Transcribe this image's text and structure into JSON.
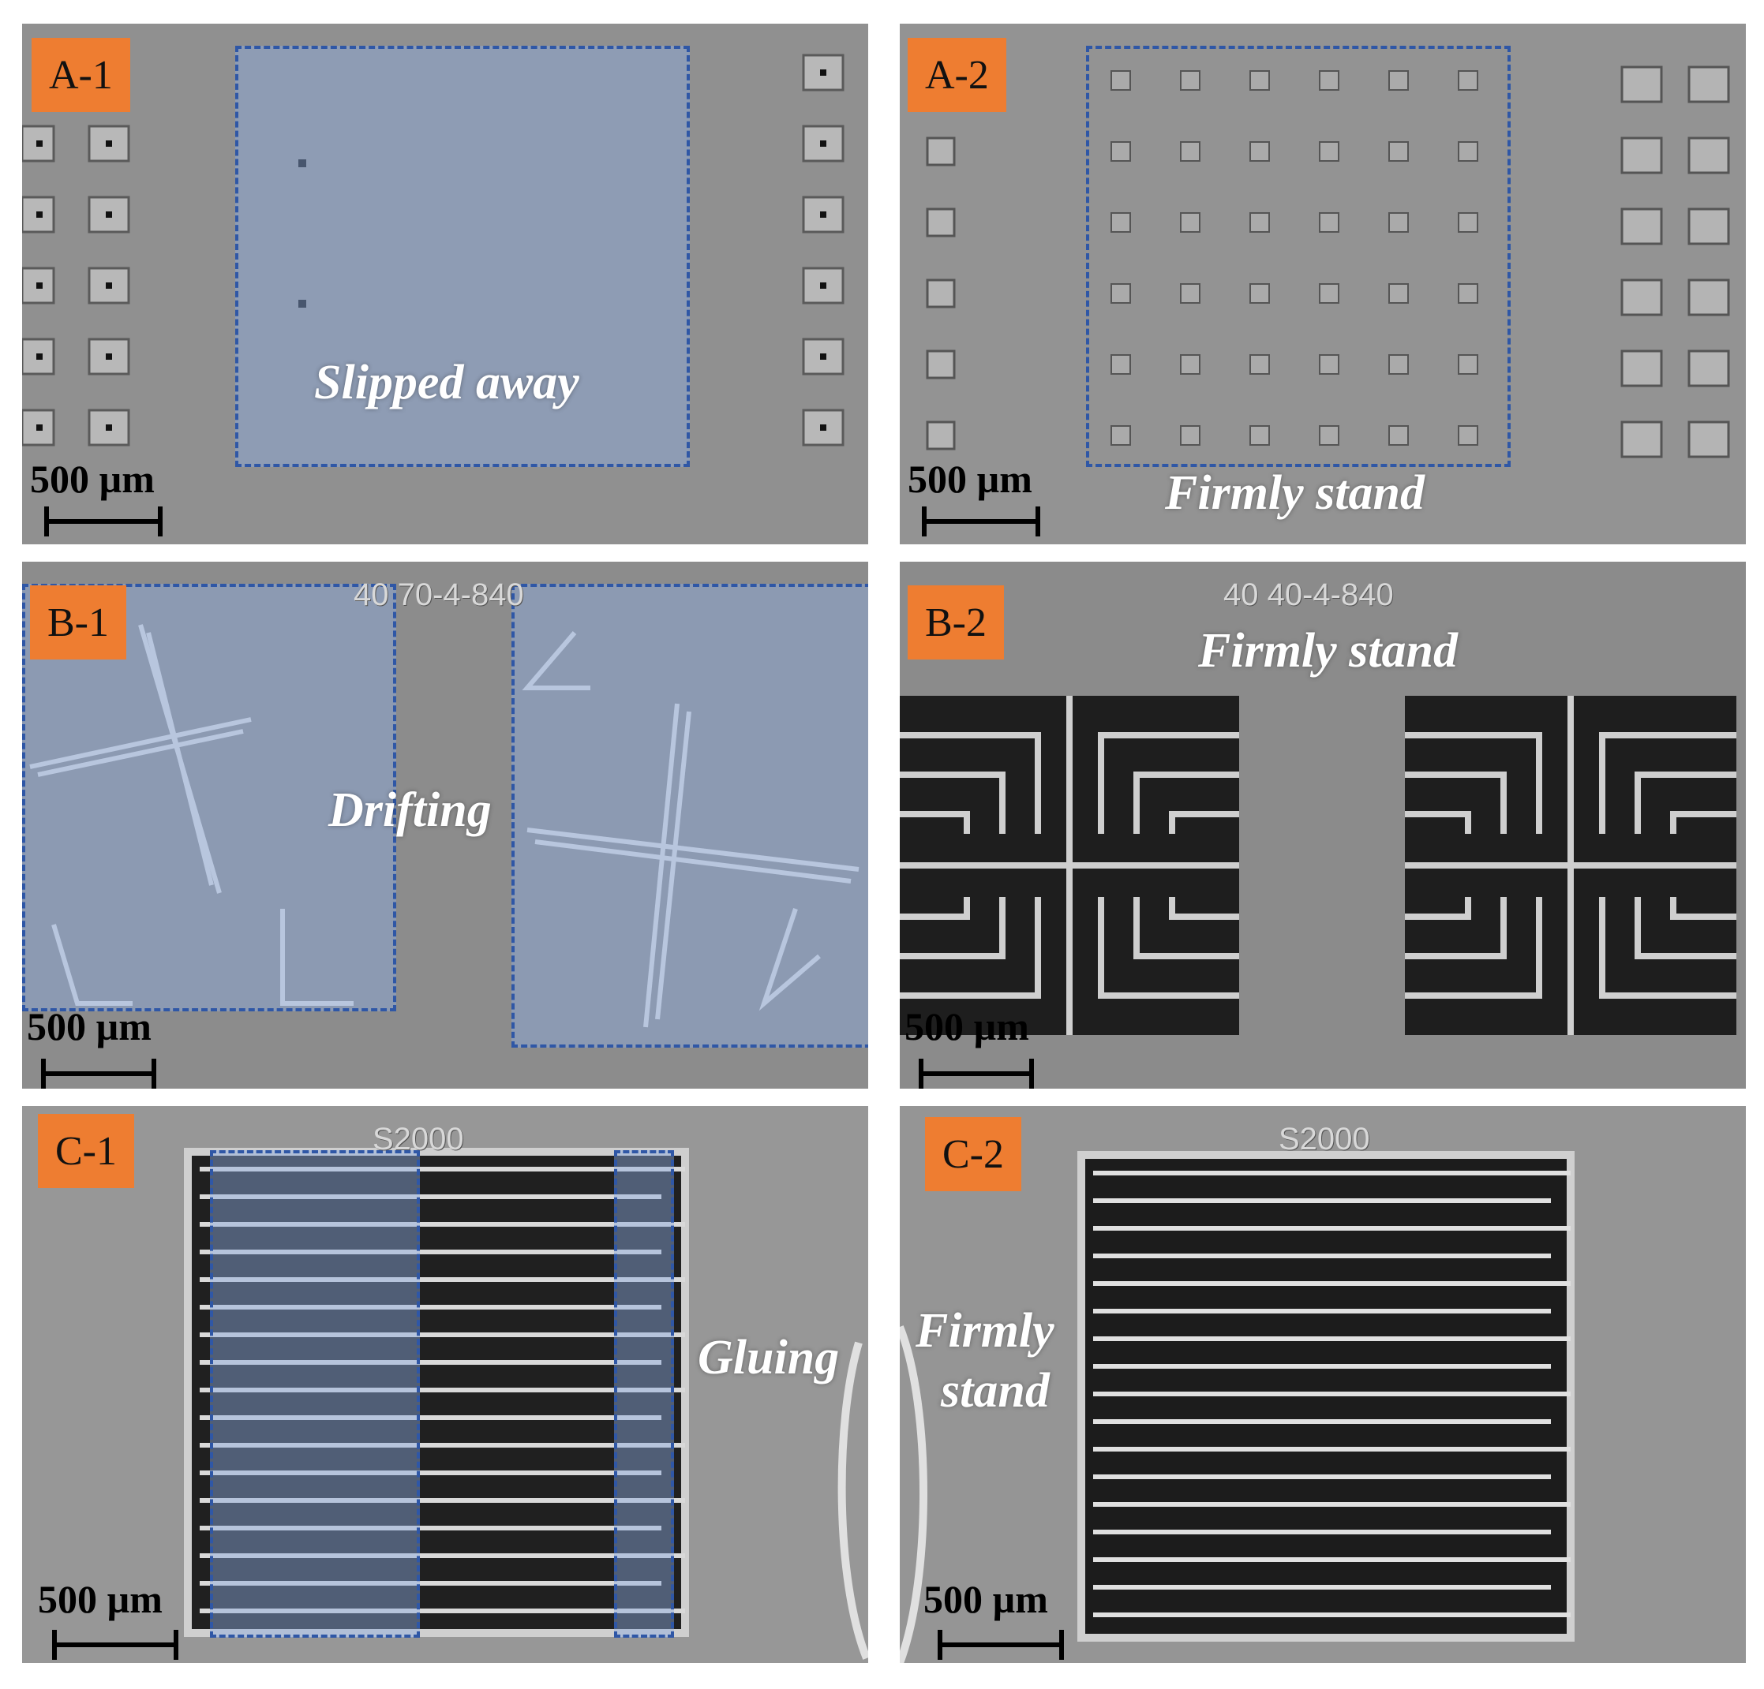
{
  "panels": {
    "a1": {
      "label": "A-1",
      "note": "Slipped away",
      "scale": "500 µm"
    },
    "a2": {
      "label": "A-2",
      "note": "Firmly stand",
      "scale": "500 µm"
    },
    "b1": {
      "label": "B-1",
      "note": "Drifting",
      "scale": "500 µm",
      "engraving": "40 70-4-840"
    },
    "b2": {
      "label": "B-2",
      "note": "Firmly stand",
      "scale": "500 µm",
      "engraving": "40 40-4-840"
    },
    "c1": {
      "label": "C-1",
      "note": "Gluing",
      "scale": "500 µm",
      "engraving": "S2000"
    },
    "c2": {
      "label": "C-2",
      "note_line1": "Firmly",
      "note_line2": "stand",
      "scale": "500 µm",
      "engraving": "S2000"
    }
  },
  "colors": {
    "label_bg": "#ee7d31",
    "highlight_border": "#2f57a6",
    "highlight_fill": "#8caae1"
  }
}
